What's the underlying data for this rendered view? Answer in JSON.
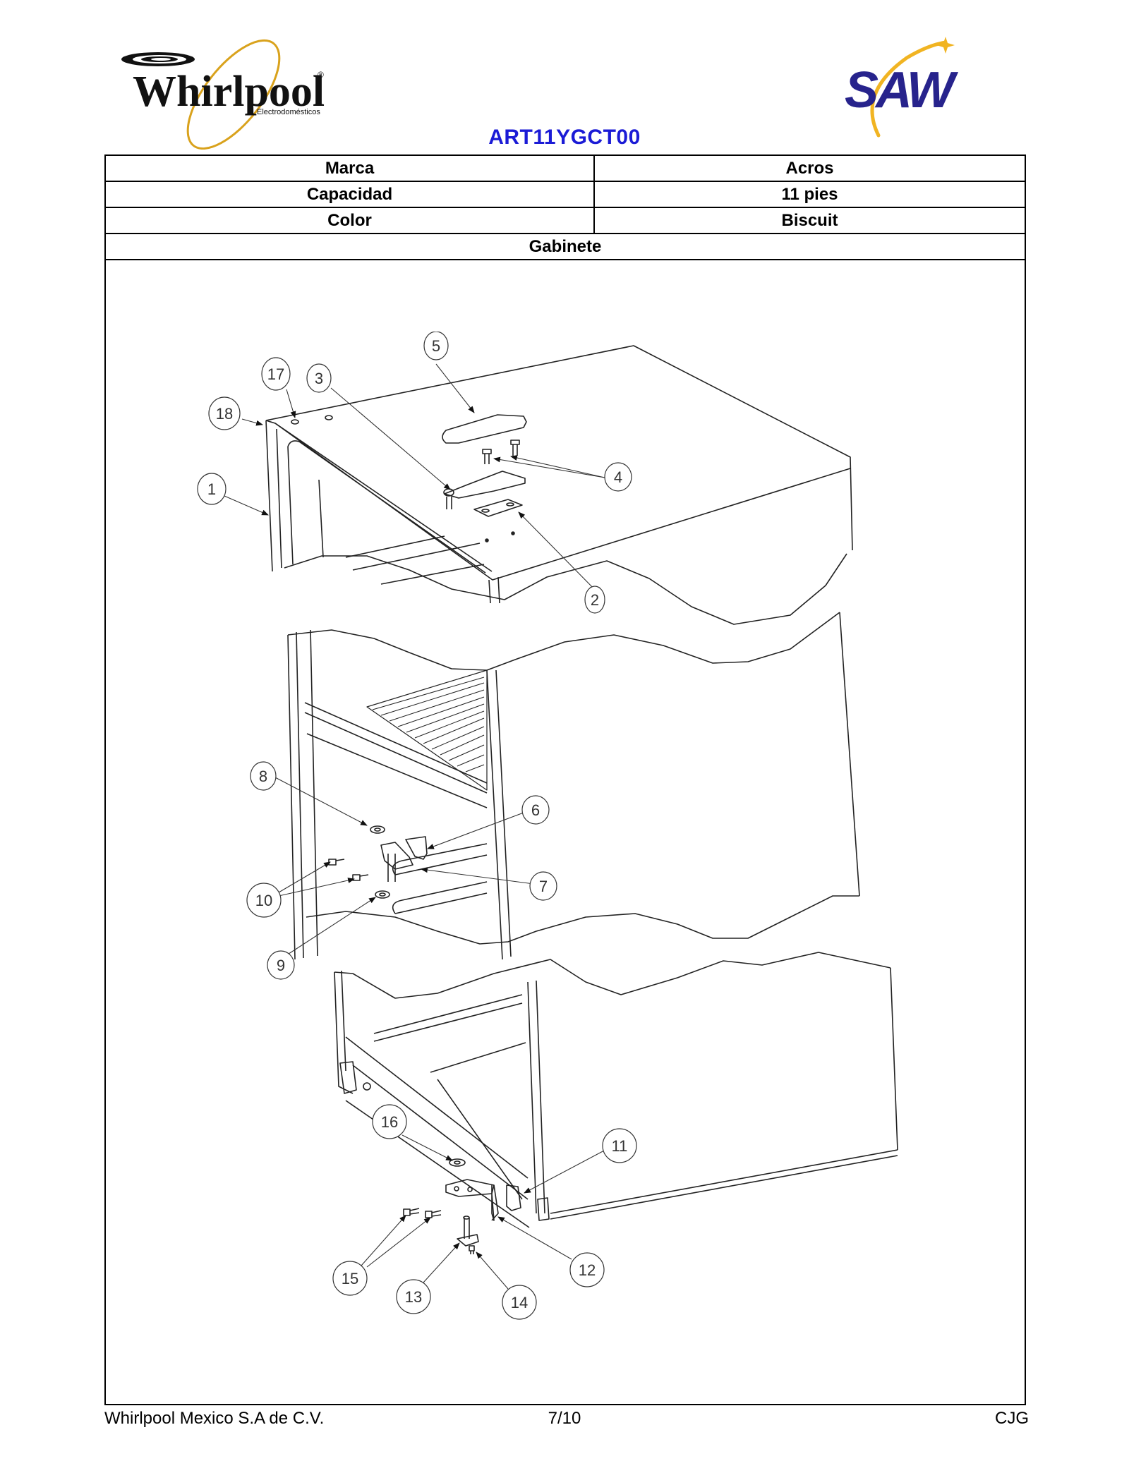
{
  "header": {
    "left_logo": {
      "brand": "Whirlpool",
      "subtitle": "Electrodomésticos",
      "mark": "®",
      "colors": {
        "text": "#111111",
        "ring": "#d9a21c"
      }
    },
    "right_logo": {
      "brand": "SAW",
      "colors": {
        "text": "#27238c",
        "swoosh": "#f1b422"
      }
    },
    "model_title": "ART11YGCT00",
    "model_title_color": "#1b1bd6"
  },
  "specs": {
    "rows": [
      {
        "label": "Marca",
        "value": "Acros"
      },
      {
        "label": "Capacidad",
        "value": "11 pies"
      },
      {
        "label": "Color",
        "value": "Biscuit"
      }
    ],
    "section_title": "Gabinete"
  },
  "diagram": {
    "type": "exploded-parts-view",
    "callouts": [
      {
        "id": "1"
      },
      {
        "id": "2"
      },
      {
        "id": "3"
      },
      {
        "id": "4"
      },
      {
        "id": "5"
      },
      {
        "id": "6"
      },
      {
        "id": "7"
      },
      {
        "id": "8"
      },
      {
        "id": "9"
      },
      {
        "id": "10"
      },
      {
        "id": "11"
      },
      {
        "id": "12"
      },
      {
        "id": "13"
      },
      {
        "id": "14"
      },
      {
        "id": "15"
      },
      {
        "id": "16"
      },
      {
        "id": "17"
      },
      {
        "id": "18"
      }
    ]
  },
  "footer": {
    "company": "Whirlpool Mexico S.A de C.V.",
    "page": "7/10",
    "initials": "CJG"
  }
}
